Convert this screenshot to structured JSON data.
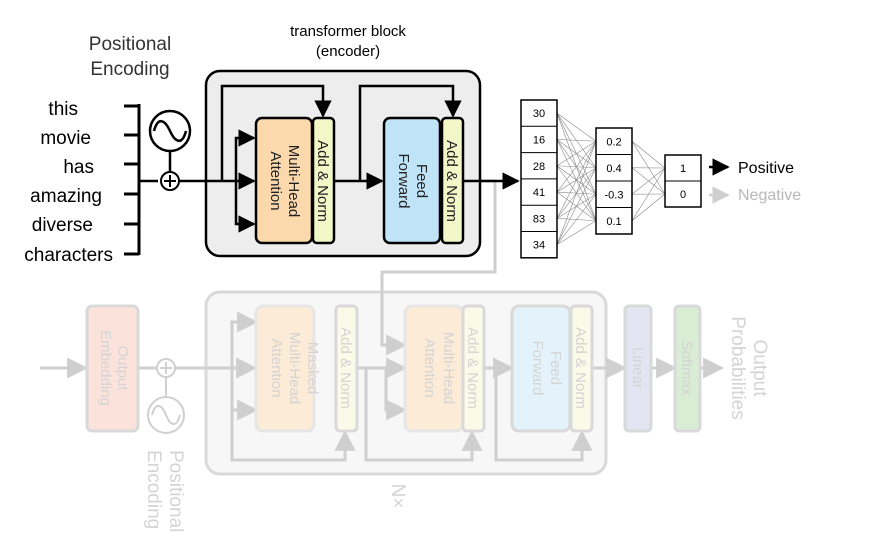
{
  "encoder": {
    "title_line1": "transformer block",
    "title_line2": "(encoder)",
    "pos_enc_line1": "Positional",
    "pos_enc_line2": "Encoding",
    "words": [
      "this",
      "movie",
      "has",
      "amazing",
      "diverse",
      "characters"
    ],
    "mha_line1": "Multi-Head",
    "mha_line2": "Attention",
    "add_norm": "Add & Norm",
    "ff_line1": "Feed",
    "ff_line2": "Forward"
  },
  "classifier": {
    "layer1": [
      "30",
      "16",
      "28",
      "41",
      "83",
      "34"
    ],
    "layer2": [
      "0.2",
      "0.4",
      "-0.3",
      "0.1"
    ],
    "layer3": [
      "1",
      "0"
    ],
    "label_positive": "Positive",
    "label_negative": "Negative"
  },
  "decoder": {
    "output_embedding_line1": "Output",
    "output_embedding_line2": "Embedding",
    "masked_mha_line1": "Masked",
    "masked_mha_line2": "Multi-Head",
    "masked_mha_line3": "Attention",
    "mha_line1": "Multi-Head",
    "mha_line2": "Attention",
    "add_norm": "Add & Norm",
    "ff_line1": "Feed",
    "ff_line2": "Forward",
    "linear": "Linear",
    "softmax": "Softmax",
    "output_probs_line1": "Output",
    "output_probs_line2": "Probabilities",
    "pos_enc_line1": "Positional",
    "pos_enc_line2": "Encoding",
    "nx": "N×"
  },
  "colors": {
    "mha_fill": "#fcd9ad",
    "ff_fill": "#bfe3f7",
    "addnorm_fill": "#f2f7c8",
    "block_fill": "#ededed",
    "embed_fill": "#fbe3dc",
    "linear_fill": "#e4e4f3",
    "softmax_fill": "#d9ecd4",
    "ink": "#000000",
    "faded": "#c8c8c8"
  }
}
